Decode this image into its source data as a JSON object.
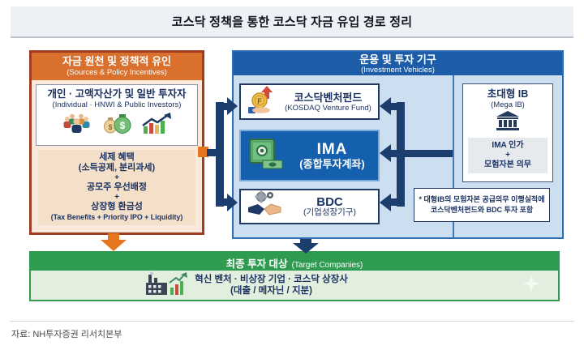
{
  "title": "코스닥 정책을 통한 코스닥 자금 유입 경로 정리",
  "source": "자료: NH투자증권 리서치본부",
  "colors": {
    "left_header": "#D9702E",
    "left_border": "#A03C22",
    "left_body": "#FBEADB",
    "blue_header": "#1D5DA7",
    "blue_body": "#CBDFF1",
    "ima_fill": "#1460AE",
    "green_header": "#2E9B50",
    "green_body": "#E2EFDE",
    "arrow_navy": "#1C3E6E",
    "arrow_orange": "#E5761F",
    "text_navy": "#1B3263"
  },
  "icons": {
    "investors": "people-group-icon",
    "money": "money-bags-icon",
    "growth": "growth-chart-icon",
    "fund": "coin-fund-icon",
    "ima": "safe-icon",
    "bdc": "handshake-gears-icon",
    "mega_ib": "bank-icon",
    "target": "factory-chart-icon",
    "decor": "sparkle-icon"
  },
  "left_panel": {
    "title": "자금 원천 및 정책적 유인",
    "subtitle": "(Sources & Policy Incentives)",
    "investors_box": {
      "title": "개인 · 고액자산가 및 일반 투자자",
      "subtitle": "(Individual · HNWI & Public Investors)"
    },
    "incentives_box": {
      "line1": "세제 혜택",
      "line2": "(소득공제, 분리과세)",
      "plus": "+",
      "line3": "공모주 우선배정",
      "line4": "상장형 환금성",
      "subtitle": "(Tax Benefits + Priority IPO + Liquidity)"
    }
  },
  "vehicles_panel": {
    "title": "운용 및 투자 기구",
    "subtitle": "(Investment Vehicles)",
    "venture_fund": {
      "title": "코스닥벤처펀드",
      "subtitle": "(KOSDAQ Venture Fund)"
    },
    "ima": {
      "title": "IMA",
      "subtitle": "(종합투자계좌)"
    },
    "bdc": {
      "title": "BDC",
      "subtitle": "(기업성장기구)"
    },
    "mega_ib": {
      "title": "초대형 IB",
      "subtitle": "(Mega IB)",
      "req1": "IMA 인가",
      "req_plus": "+",
      "req2": "모험자본 의무"
    },
    "note_line1": "* 대형IB의 모험자본 공급의무 이행실적에",
    "note_line2": "코스닥벤처펀드와 BDC 투자 포함"
  },
  "target_panel": {
    "title": "최종 투자 대상",
    "subtitle": "(Target Companies)",
    "line1": "혁신 벤처 · 비상장 기업 · 코스닥 상장사",
    "line2": "(대출 / 메자닌 / 지분)"
  }
}
